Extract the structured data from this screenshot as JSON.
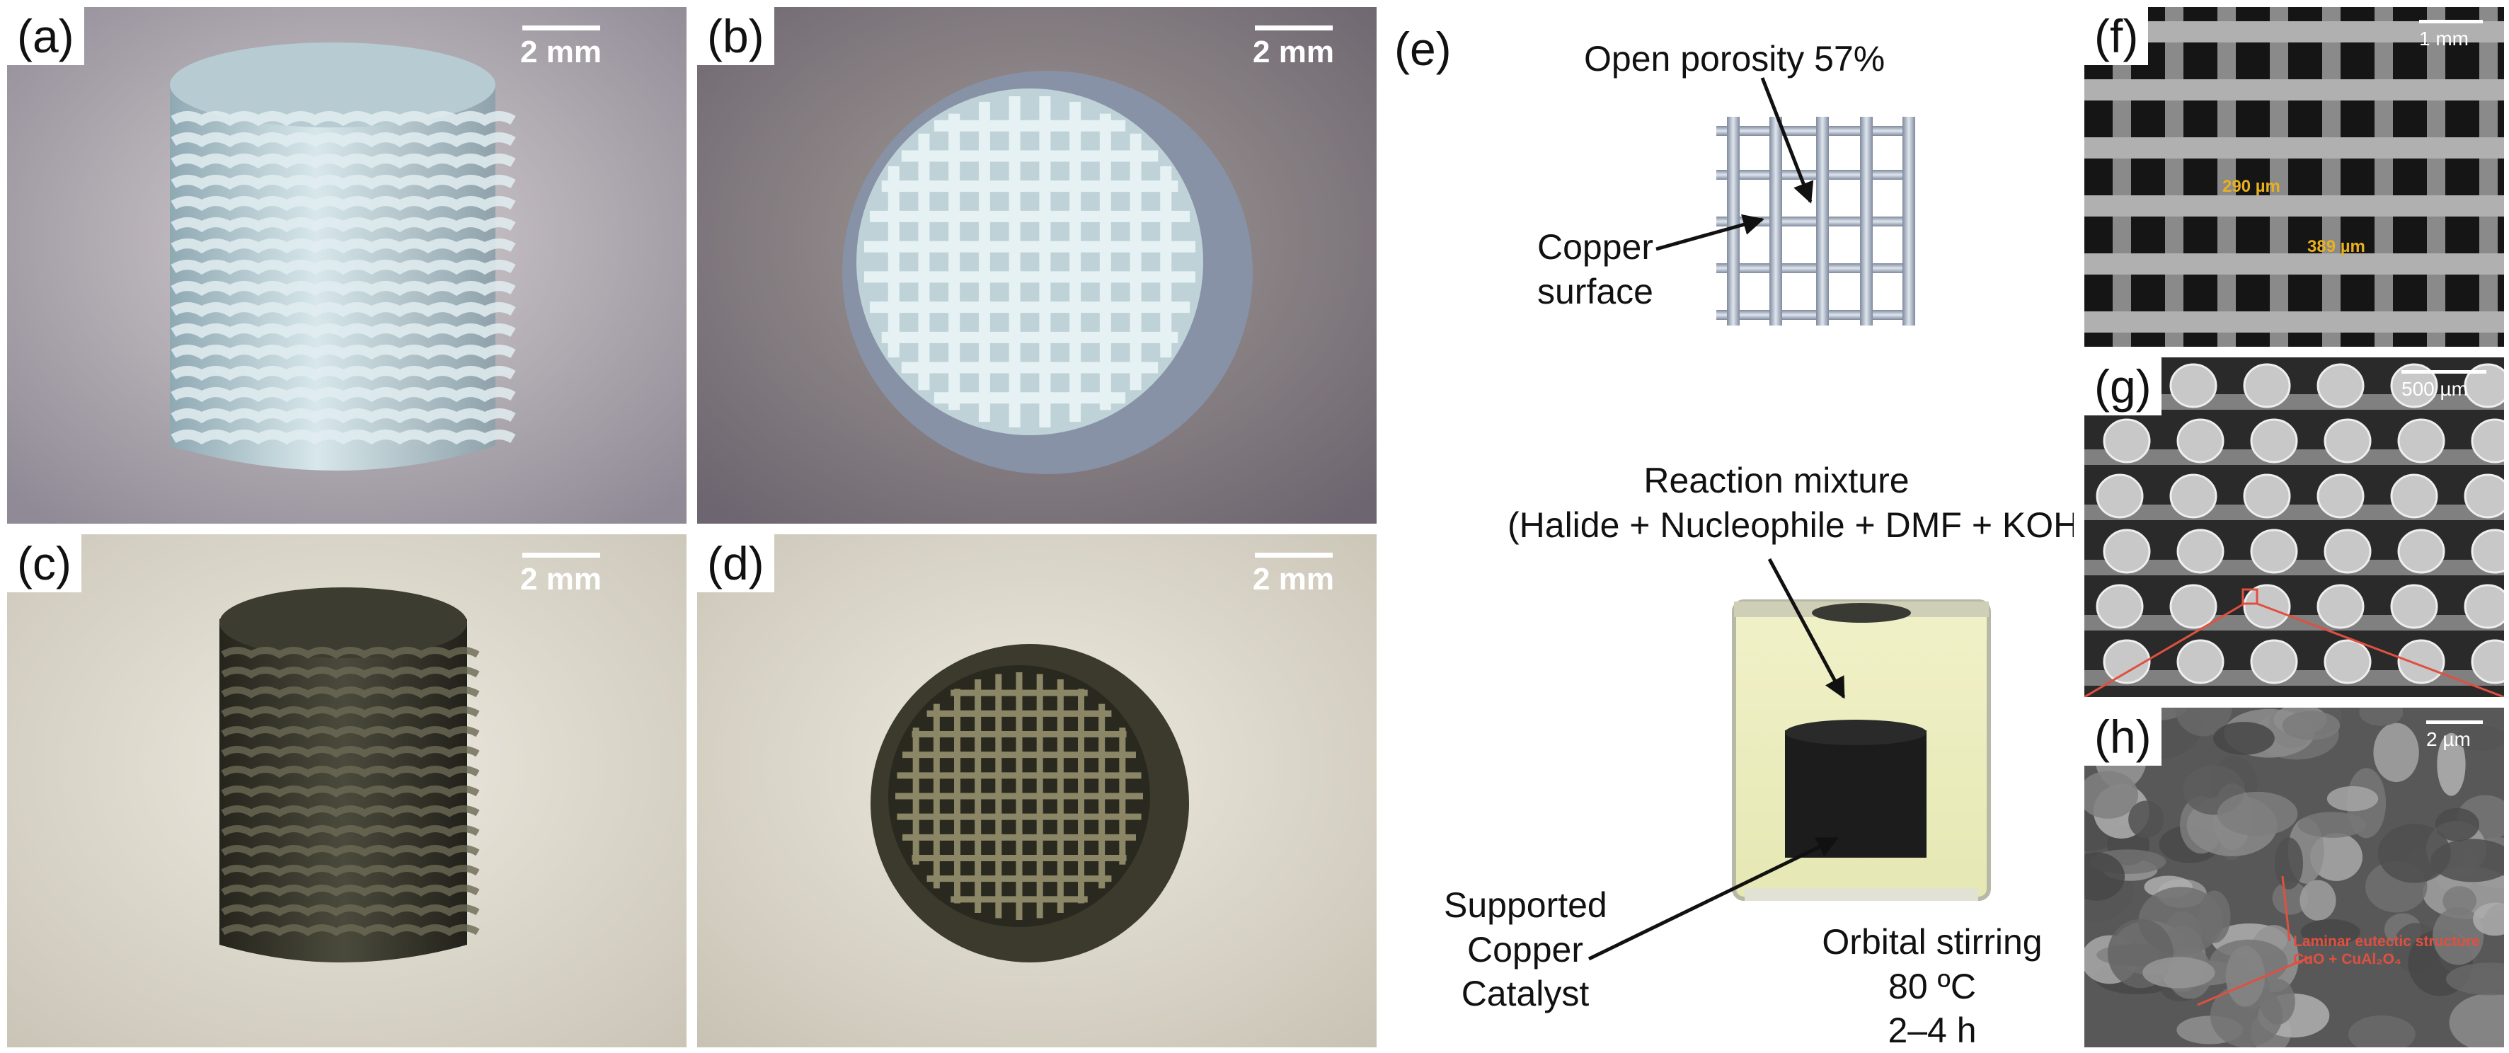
{
  "panels": {
    "a": {
      "label": "(a)",
      "scale": "2 mm"
    },
    "b": {
      "label": "(b)",
      "scale": "2 mm"
    },
    "c": {
      "label": "(c)",
      "scale": "2 mm"
    },
    "d": {
      "label": "(d)",
      "scale": "2 mm"
    },
    "e": {
      "label": "(e)",
      "porosity": "Open porosity 57%",
      "surface_line1": "Copper",
      "surface_line2": "surface",
      "reaction_line1": "Reaction mixture",
      "reaction_line2": "(Halide + Nucleophile + DMF + KOH )",
      "catalyst_line1": "Supported",
      "catalyst_line2": "Copper",
      "catalyst_line3": "Catalyst",
      "cond_line1": "Orbital stirring",
      "cond_line2": "80 ºC",
      "cond_line3": "2–4 h"
    },
    "f": {
      "label": "(f)",
      "scale": "1 mm",
      "dim1": "290 µm",
      "dim2": "389 µm"
    },
    "g": {
      "label": "(g)",
      "scale": "500 µm"
    },
    "h": {
      "label": "(h)",
      "scale": "2 µm",
      "annot_line1": "Laminar eutectic structure",
      "annot_line2": "CuO + CuAl₂O₄"
    }
  },
  "colors": {
    "white_filament": "#c4d7dc",
    "dark_filament": "#3a3a30",
    "sem_gray": "#6a6a6a",
    "annotation_yellow": "#e8b020",
    "annotation_red": "#e05040"
  }
}
